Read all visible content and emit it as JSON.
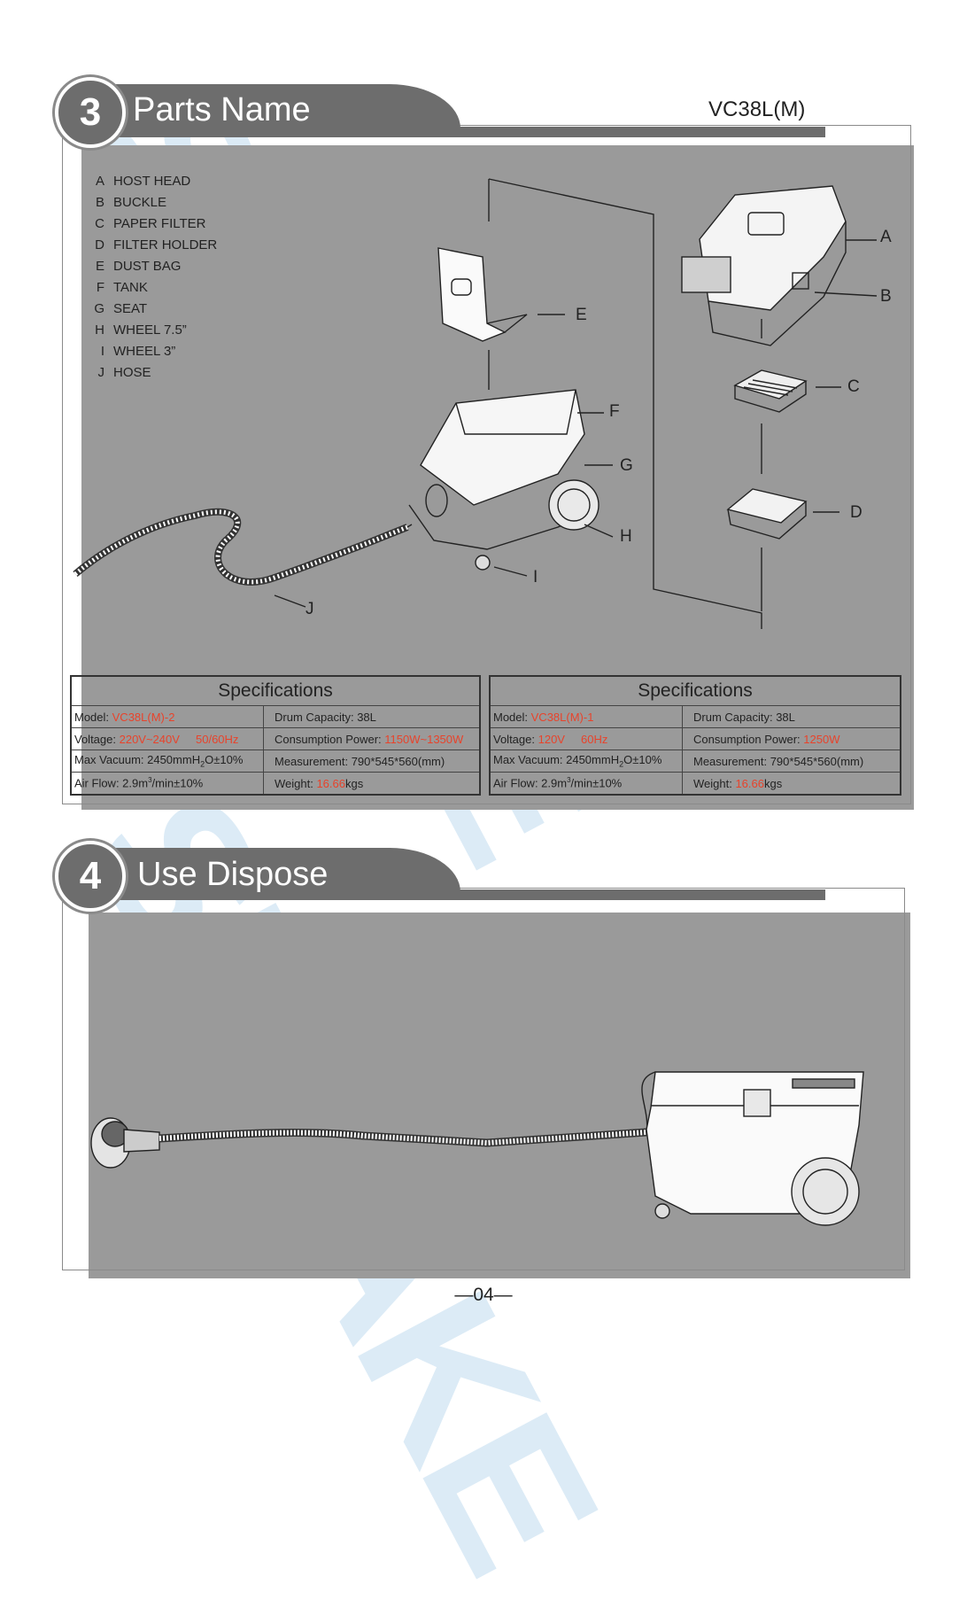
{
  "watermark": {
    "text": "SUMAKE",
    "registered": "®"
  },
  "section3": {
    "number": "3",
    "title": "Parts Name",
    "model": "VC38L(M)",
    "parts": [
      {
        "letter": "A",
        "name": "HOST HEAD"
      },
      {
        "letter": "B",
        "name": "BUCKLE"
      },
      {
        "letter": "C",
        "name": "PAPER FILTER"
      },
      {
        "letter": "D",
        "name": "FILTER HOLDER"
      },
      {
        "letter": "E",
        "name": "DUST BAG"
      },
      {
        "letter": "F",
        "name": "TANK"
      },
      {
        "letter": "G",
        "name": "SEAT"
      },
      {
        "letter": "H",
        "name": "WHEEL 7.5”"
      },
      {
        "letter": "I",
        "name": "WHEEL 3”"
      },
      {
        "letter": "J",
        "name": "HOSE"
      }
    ],
    "callouts": {
      "A": "A",
      "B": "B",
      "C": "C",
      "D": "D",
      "E": "E",
      "F": "F",
      "G": "G",
      "H": "H",
      "I": "I",
      "J": "J"
    }
  },
  "specs": [
    {
      "title": "Specifications",
      "model_label": "Model: ",
      "model": "VC38L(M)-2",
      "drum": "Drum Capacity: 38L",
      "voltage_label": "Voltage: ",
      "voltage": "220V~240V",
      "frequency": "50/60Hz",
      "power_label": "Consumption Power: ",
      "power": "1150W~1350W",
      "vacuum_a": "Max Vacuum: 2450mmH",
      "vacuum_sub": "2",
      "vacuum_b": "O±10%",
      "measurement": "Measurement: 790*545*560(mm)",
      "airflow_a": "Air Flow:  2.9m",
      "airflow_sup": "3",
      "airflow_b": "/min±10%",
      "weight_label": "Weight: ",
      "weight": "16.66",
      "weight_unit": "kgs"
    },
    {
      "title": "Specifications",
      "model_label": "Model: ",
      "model": "VC38L(M)-1",
      "drum": "Drum Capacity: 38L",
      "voltage_label": "Voltage: ",
      "voltage": "120V",
      "frequency": "60Hz",
      "power_label": "Consumption Power: ",
      "power": "1250W",
      "vacuum_a": "Max Vacuum: 2450mmH",
      "vacuum_sub": "2",
      "vacuum_b": "O±10%",
      "measurement": "Measurement: 790*545*560(mm)",
      "airflow_a": "Air Flow:  2.9m",
      "airflow_sup": "3",
      "airflow_b": "/min±10%",
      "weight_label": "Weight: ",
      "weight": "16.66",
      "weight_unit": "kgs"
    }
  ],
  "section4": {
    "number": "4",
    "title": "Use Dispose"
  },
  "page_number": "—04—",
  "colors": {
    "header": "#6d6d6d",
    "accent": "#e8432b",
    "watermark": "#dcebf6"
  }
}
